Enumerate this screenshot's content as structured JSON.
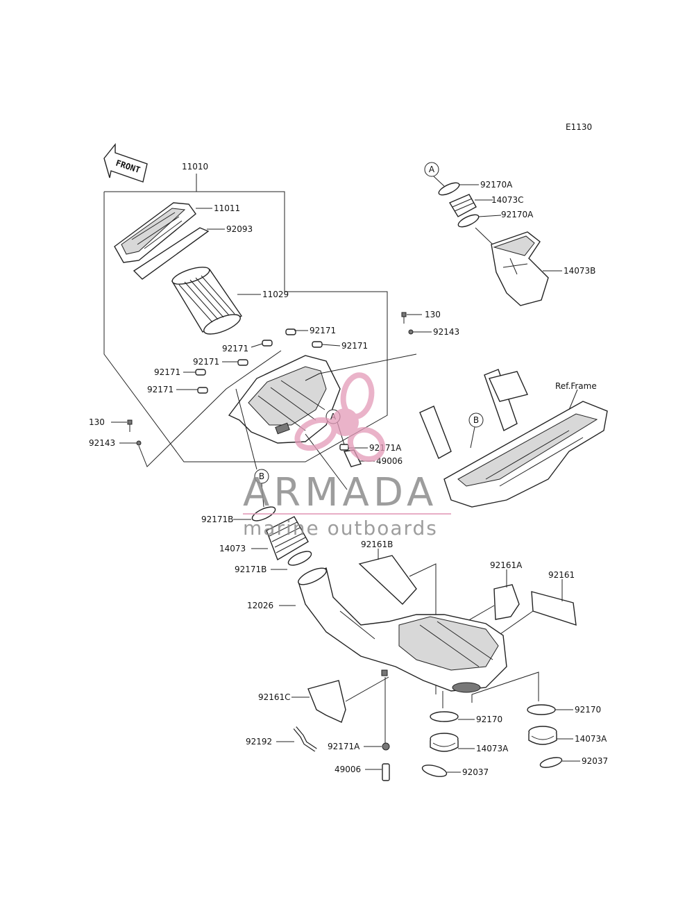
{
  "diagram_code": "E1130",
  "front_label": "FRONT",
  "ref_frame_label": "Ref.Frame",
  "refs": {
    "a": "A",
    "b": "B"
  },
  "watermark": {
    "brand": "ARMADA",
    "tagline": "marine outboards",
    "accent": "#e39ab8"
  },
  "labels": {
    "p11010": "11010",
    "p11011": "11011",
    "p92093": "92093",
    "p11029": "11029",
    "p92171_1": "92171",
    "p92171_2": "92171",
    "p92171_3": "92171",
    "p92171_4": "92171",
    "p92171_5": "92171",
    "p92171_6": "92171",
    "p130_left": "130",
    "p92143_left": "92143",
    "p130_right": "130",
    "p92143_right": "92143",
    "p92170A_top": "92170A",
    "p14073C": "14073C",
    "p92170A_bot": "92170A",
    "p14073B": "14073B",
    "p92171A_mid": "92171A",
    "p49006_mid": "49006",
    "p92171B_top": "92171B",
    "p14073": "14073",
    "p92171B_bot": "92171B",
    "p92161B": "92161B",
    "p92161A": "92161A",
    "p92161": "92161",
    "p12026": "12026",
    "p92161C": "92161C",
    "p92192": "92192",
    "p92171A_bot": "92171A",
    "p49006_bot": "49006",
    "p92170_mid": "92170",
    "p14073A_mid": "14073A",
    "p92037_mid": "92037",
    "p92170_right": "92170",
    "p14073A_right": "14073A",
    "p92037_right": "92037"
  }
}
